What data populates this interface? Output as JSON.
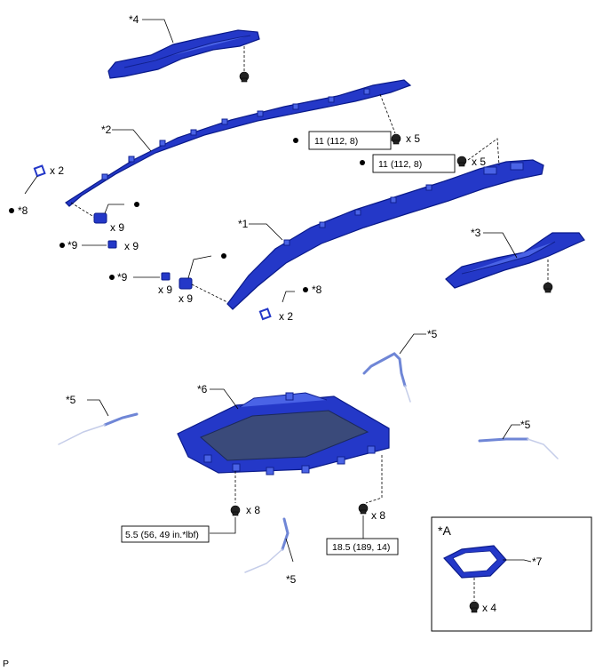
{
  "labels": {
    "part1": "*1",
    "part2": "*2",
    "part3": "*3",
    "part4": "*4",
    "part5_top": "*5",
    "part5_left": "*5",
    "part5_right": "*5",
    "part5_bottom": "*5",
    "part6": "*6",
    "part7": "*7",
    "part8_left": "*8",
    "part8_right": "*8",
    "part9_a": "*9",
    "part9_b": "*9",
    "inset": "*A"
  },
  "quantities": {
    "bolt_rail2": "x 5",
    "bolt_rail1": "x 5",
    "clip8_left": "x 2",
    "clip8_right": "x 2",
    "nut_rail2": "x 9",
    "clip9_a": "x 9",
    "clip9_b": "x 9",
    "nut_rail1": "x 9",
    "frame_left": "x 8",
    "frame_right": "x 8",
    "inset_bolts": "x 4"
  },
  "torques": {
    "rail2": "11 (112, 8)",
    "rail1": "11 (112, 8)",
    "frame_left": "5.5 (56, 49 in.*lbf)",
    "frame_right": "18.5 (189, 14)"
  },
  "corner_mark": "P",
  "colors": {
    "part": "#2438c8",
    "cable": "#6f86d6"
  }
}
